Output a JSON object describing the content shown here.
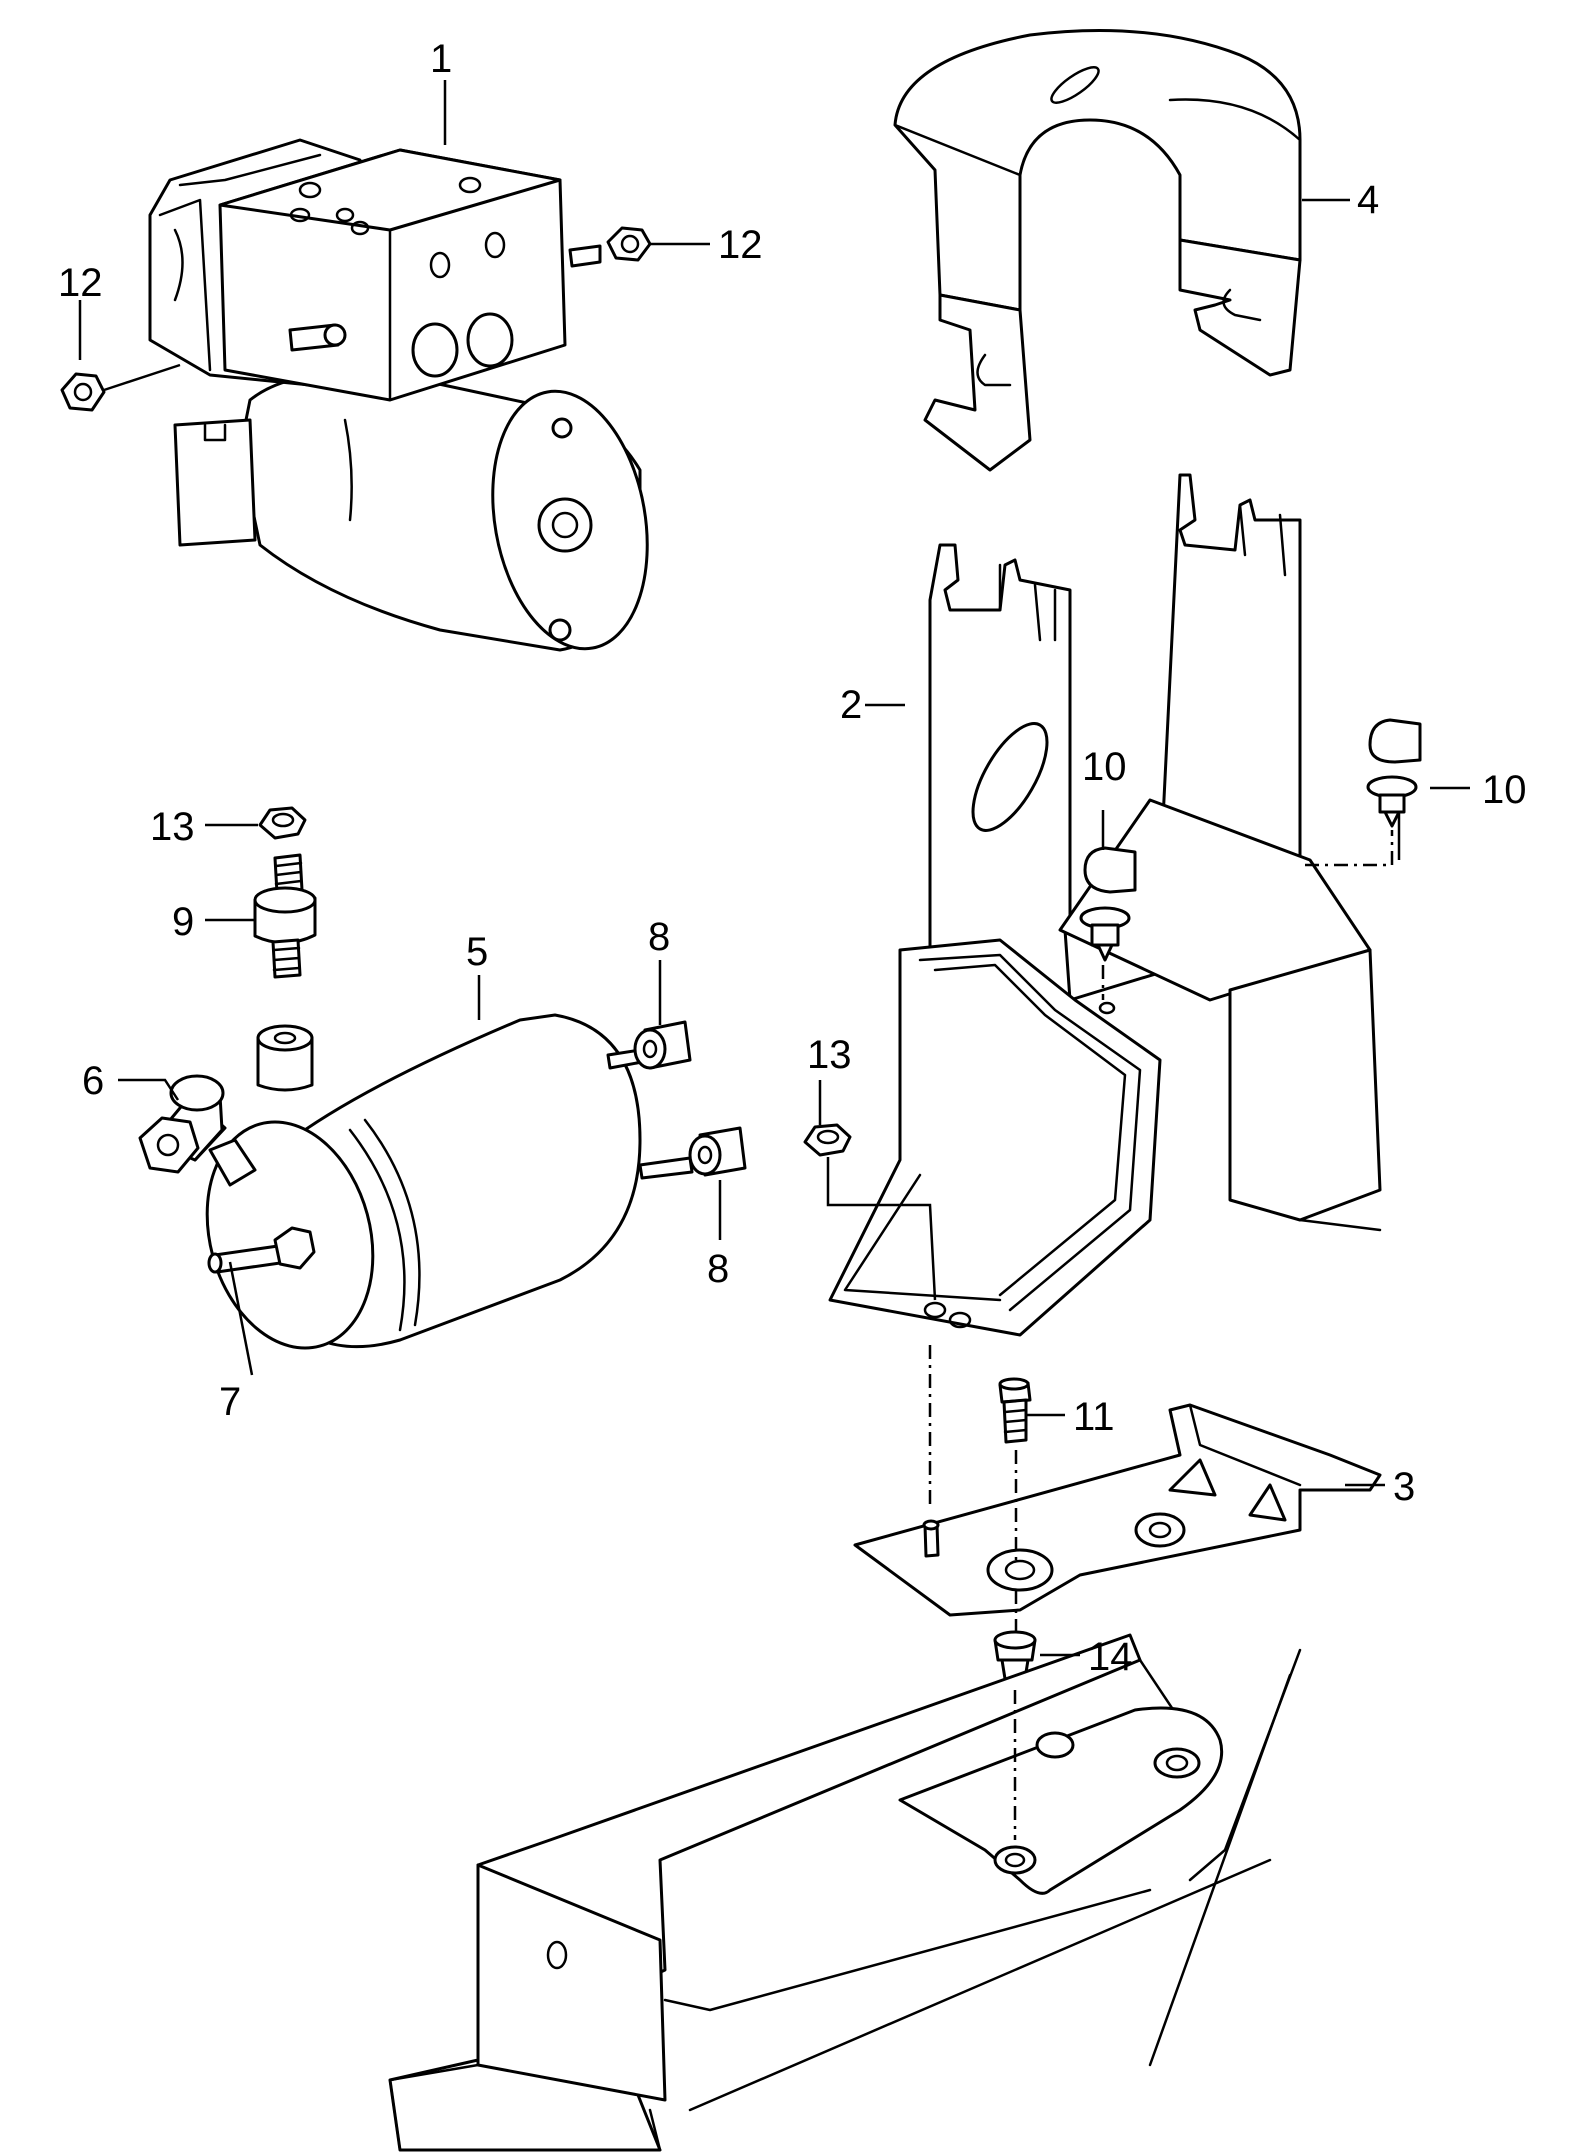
{
  "callouts": [
    {
      "id": "c1",
      "label": "1"
    },
    {
      "id": "c2",
      "label": "2"
    },
    {
      "id": "c3",
      "label": "3"
    },
    {
      "id": "c4",
      "label": "4"
    },
    {
      "id": "c5",
      "label": "5"
    },
    {
      "id": "c6",
      "label": "6"
    },
    {
      "id": "c7",
      "label": "7"
    },
    {
      "id": "c8a",
      "label": "8"
    },
    {
      "id": "c8b",
      "label": "8"
    },
    {
      "id": "c9",
      "label": "9"
    },
    {
      "id": "c10a",
      "label": "10"
    },
    {
      "id": "c10b",
      "label": "10"
    },
    {
      "id": "c11",
      "label": "11"
    },
    {
      "id": "c12a",
      "label": "12"
    },
    {
      "id": "c12b",
      "label": "12"
    },
    {
      "id": "c13a",
      "label": "13"
    },
    {
      "id": "c13b",
      "label": "13"
    },
    {
      "id": "c14",
      "label": "14"
    }
  ]
}
